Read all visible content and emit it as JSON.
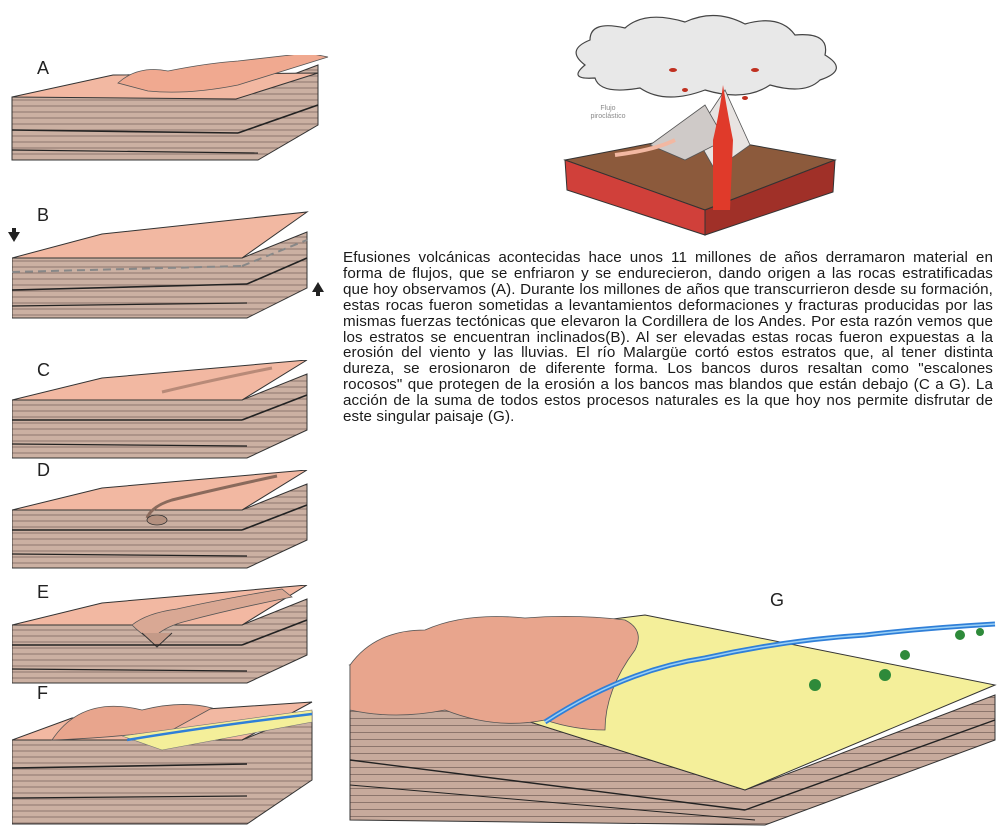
{
  "panels": {
    "a": "A",
    "b": "B",
    "c": "C",
    "d": "D",
    "e": "E",
    "f": "F",
    "g": "G"
  },
  "volcano": {
    "label_line1": "Flujo",
    "label_line2": "piroclástico"
  },
  "description": "Efusiones volcánicas acontecidas hace unos 11 millones de años derramaron material en forma de flujos, que se enfriaron y se endurecieron, dando origen a las rocas estratificadas que hoy observamos (A). Durante los millones de años que transcurrieron desde su formación, estas rocas fueron sometidas a levantamientos deformaciones y fracturas producidas por las mismas fuerzas tectónicas que elevaron la Cordillera de los Andes. Por esta razón vemos que los estratos se encuentran inclinados(B). Al ser elevadas estas rocas fueron expuestas a la erosión del viento y las lluvias. El río Malargüe cortó estos estratos que, al tener distinta dureza, se erosionaron de diferente forma. Los bancos duros resaltan como \"escalones rocosos\" que protegen de la erosión a los bancos mas blandos que están debajo (C a G). La acción de la suma de todos estos procesos naturales es la que hoy nos permite disfrutar de este singular paisaje (G).",
  "colors": {
    "rock_top": "#f2b8a2",
    "rock_side": "#c9a898",
    "stripe": "#8a7268",
    "lava": "#e03a2a",
    "river": "#2f7fd8",
    "valley": "#f4ef9a"
  }
}
